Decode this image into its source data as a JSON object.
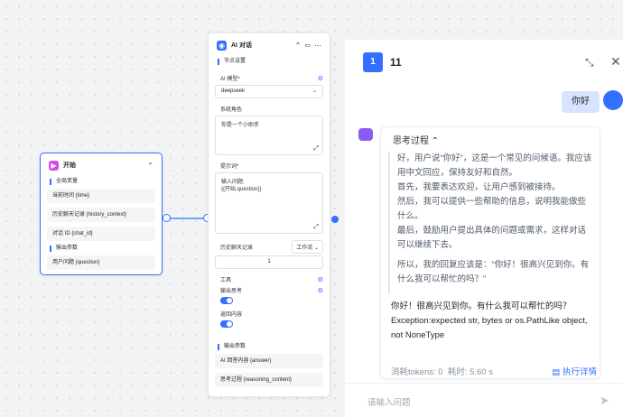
{
  "start_node": {
    "title": "开始",
    "global_vars_label": "全局变量",
    "global_vars": [
      "当前时间 {time}",
      "历史聊天记录 {history_context}",
      "对话 ID {chat_id}"
    ],
    "output_label": "输出参数",
    "outputs": [
      "用户问题 {question}"
    ]
  },
  "ai_node": {
    "title": "AI 对话",
    "node_settings_label": "节点设置",
    "model_label": "AI 模型*",
    "model_value": "deepseek",
    "system_role_label": "系统角色",
    "system_role_value": "你是一个小助手",
    "prompt_label": "提示词*",
    "prompt_value_line1": "输入问题:",
    "prompt_value_line2": "{{开始.question}}",
    "history_label": "历史聊天记录",
    "history_select": "工作流",
    "history_count": "1",
    "tools_label": "工具",
    "output_thinking_label": "输出思考",
    "return_content_label": "返回内容",
    "output_params_label": "输出参数",
    "outputs": [
      "AI 回答内容 {answer}",
      "思考过程 {reasoning_content}"
    ]
  },
  "chat": {
    "badge": "1",
    "title": "11",
    "user_message": "你好",
    "thinking_toggle": "思考过程",
    "thinking_lines": [
      "好，用户说“你好”，这是一个常见的问候语。我应该用中文回应，保持友好和自然。",
      "首先，我要表达欢迎，让用户感到被接待。",
      "然后，我可以提供一些帮助的信息，说明我能做些什么。",
      "最后，鼓励用户提出具体的问题或需求，这样对话可以继续下去。",
      "所以，我的回复应该是：“你好！很高兴见到你。有什么我可以帮忙的吗？”"
    ],
    "reply_line1": "你好！很高兴见到你。有什么我可以帮忙的吗？",
    "reply_line2": "Exception:expected str, bytes or os.PathLike object, not NoneType",
    "meta_tokens": "消耗tokens: 0",
    "meta_time": "耗时: 5.60 s",
    "meta_link": "执行详情",
    "input_placeholder": "请输入问题"
  },
  "colors": {
    "accent": "#3370ff",
    "start_icon": "#d946ef",
    "ai_icon": "#3370ff"
  }
}
